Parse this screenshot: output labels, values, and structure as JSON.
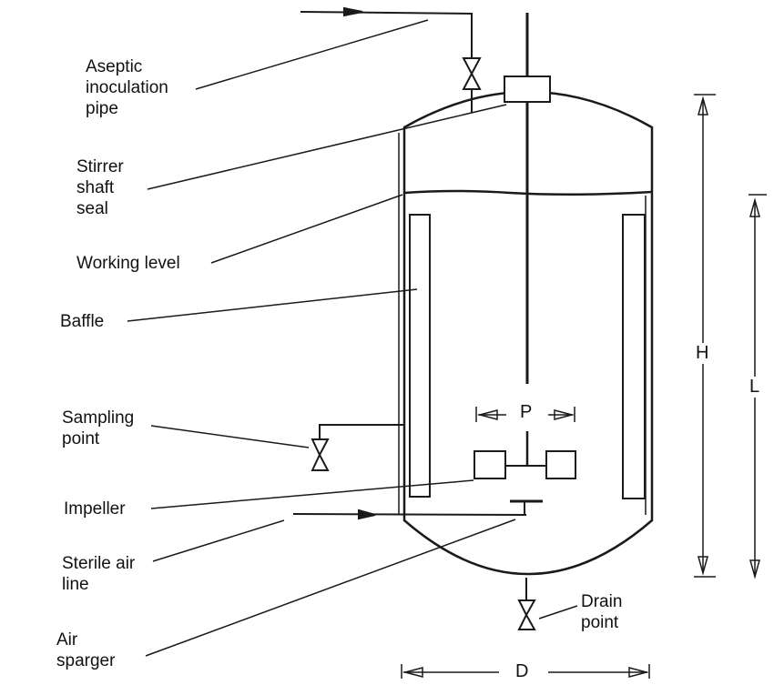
{
  "labels": {
    "aseptic_line1": "Aseptic",
    "aseptic_line2": "inoculation",
    "aseptic_line3": "pipe",
    "stirrer_line1": "Stirrer",
    "stirrer_line2": "shaft",
    "stirrer_line3": "seal",
    "working_level": "Working level",
    "baffle": "Baffle",
    "sampling_line1": "Sampling",
    "sampling_line2": "point",
    "impeller": "Impeller",
    "sterile_line1": "Sterile air",
    "sterile_line2": "line",
    "sparger_line1": "Air",
    "sparger_line2": "sparger",
    "drain_line1": "Drain",
    "drain_line2": "point"
  },
  "dimensions": {
    "H": "H",
    "L": "L",
    "P": "P",
    "D": "D"
  }
}
